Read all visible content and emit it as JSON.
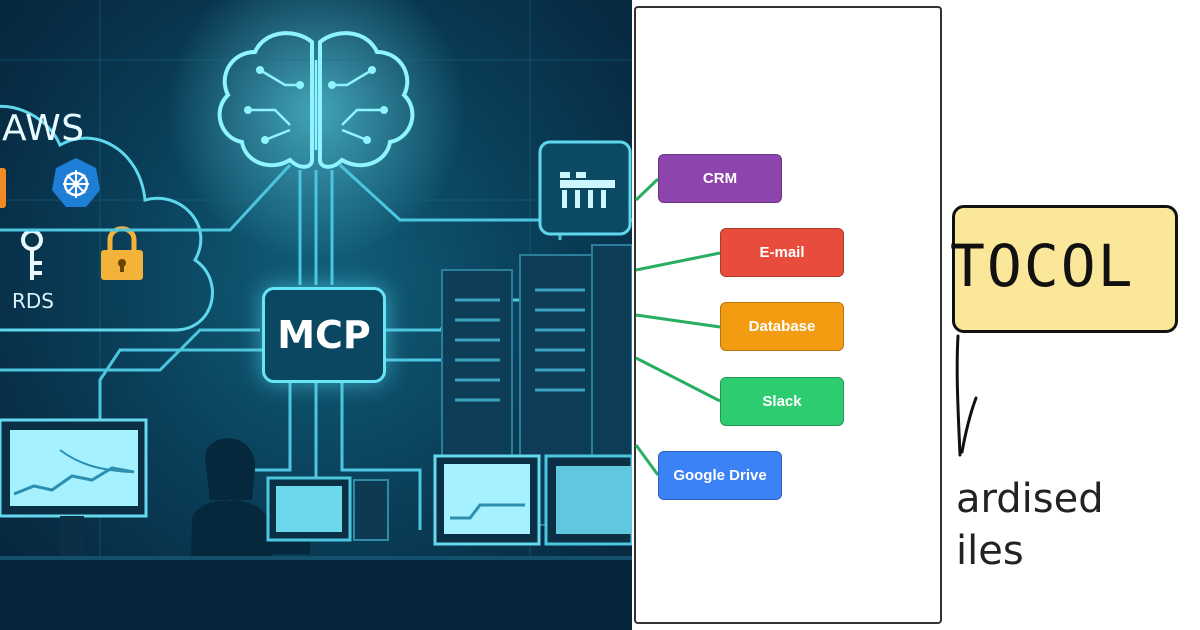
{
  "left_panel": {
    "cloud_label": "AWS",
    "db_label": "RDS",
    "hub_label": "MCP"
  },
  "middle_panel": {
    "nodes": [
      {
        "label": "CRM",
        "color": "#8e44ad"
      },
      {
        "label": "E-mail",
        "color": "#e74c3c"
      },
      {
        "label": "Database",
        "color": "#f39c12"
      },
      {
        "label": "Slack",
        "color": "#2ecc71"
      },
      {
        "label": "Google Drive",
        "color": "#3b82f6"
      }
    ],
    "connector_color": "#27ae60"
  },
  "right_panel": {
    "box_text": "TOCOL",
    "line1": "ardised",
    "line2": "iles",
    "box_color": "#fbe79a"
  }
}
